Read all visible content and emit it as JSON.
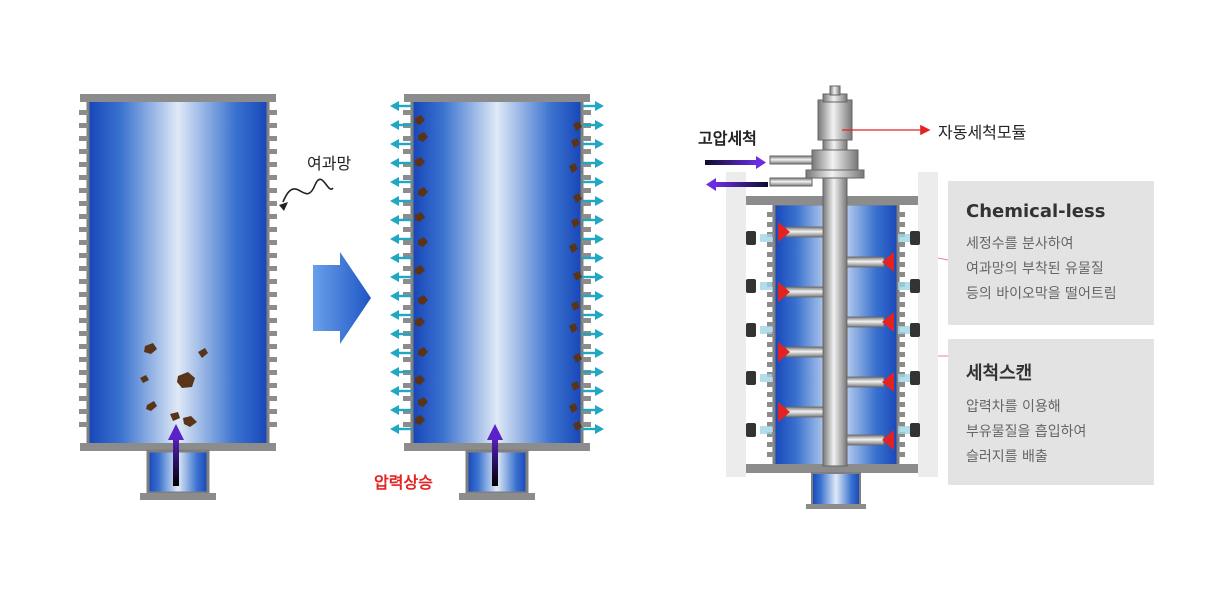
{
  "labels": {
    "filter_mesh": "여과망",
    "pressure_rise": "압력상승",
    "high_pressure_wash": "고압세척",
    "auto_wash_module": "자동세척모듈"
  },
  "cards": [
    {
      "title": "Chemical-less",
      "lines": [
        "세정수를 분사하여",
        "여과망의 부착된 유물질",
        "등의 바이오막을 떨어트림"
      ]
    },
    {
      "title": "세척스캔",
      "lines": [
        "압력차를 이용해",
        "부유물질을 흡입하여",
        "슬러지를 배출"
      ]
    }
  ],
  "colors": {
    "tank_blue_dark": "#1746b8",
    "tank_highlight": "#dfe9f6",
    "frame_gray": "#8c8c8c",
    "arrow_cyan": "#1fa7c4",
    "debris": "#5a3418",
    "accent_red": "#e52222",
    "card_bg": "#e3e3e3",
    "flow_arrow": "#5b22c7"
  }
}
